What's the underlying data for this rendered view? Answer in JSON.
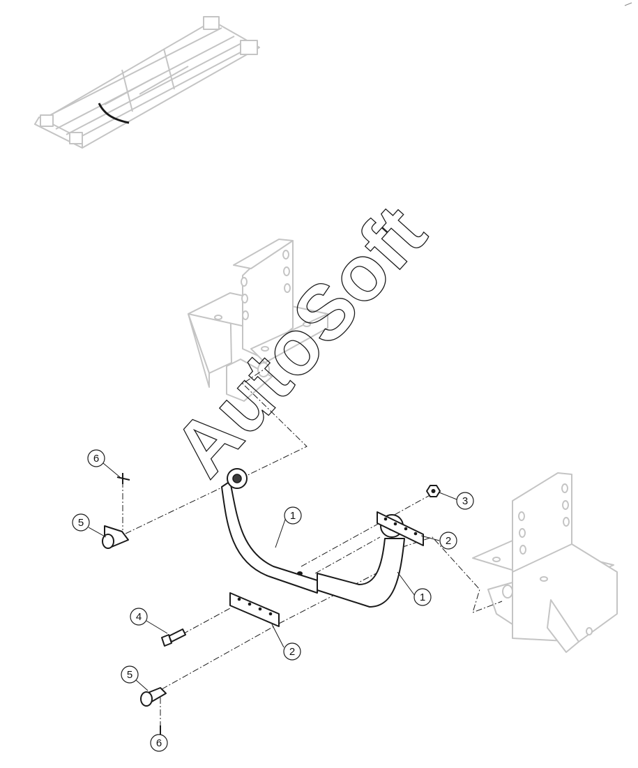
{
  "watermark": {
    "text": "AutoSoft"
  },
  "callouts": [
    {
      "id": "c6a",
      "label": "6"
    },
    {
      "id": "c5a",
      "label": "5"
    },
    {
      "id": "c1a",
      "label": "1"
    },
    {
      "id": "c3",
      "label": "3"
    },
    {
      "id": "c2a",
      "label": "2"
    },
    {
      "id": "c1b",
      "label": "1"
    },
    {
      "id": "c4",
      "label": "4"
    },
    {
      "id": "c2b",
      "label": "2"
    },
    {
      "id": "c5b",
      "label": "5"
    },
    {
      "id": "c6b",
      "label": "6"
    }
  ]
}
